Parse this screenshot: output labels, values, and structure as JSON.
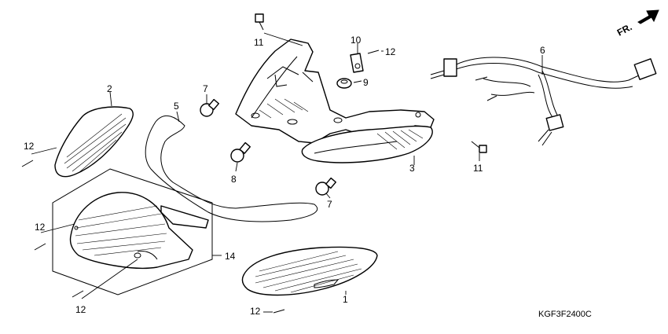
{
  "diagram": {
    "code": "KGF3F2400C",
    "front_arrow_text": "FR.",
    "callouts": {
      "c1": "1",
      "c2": "2",
      "c3": "3",
      "c5": "5",
      "c6": "6",
      "c7a": "7",
      "c7b": "7",
      "c8": "8",
      "c9": "9",
      "c10": "10",
      "c11a": "11",
      "c11b": "11",
      "c12a": "12",
      "c12b": "12",
      "c12c": "12",
      "c12d": "12",
      "c12e": "12",
      "c14": "14"
    }
  }
}
